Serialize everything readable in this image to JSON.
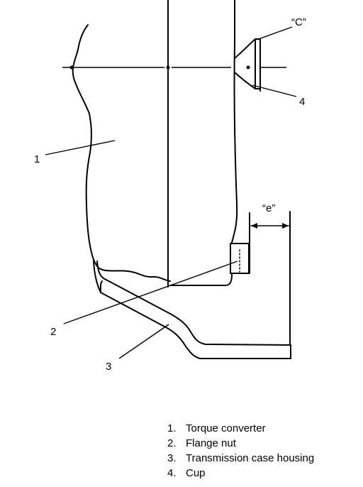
{
  "callouts": {
    "c_label": "“C”",
    "e_label": "“e”",
    "n1": "1",
    "n2": "2",
    "n3": "3",
    "n4": "4"
  },
  "legend": [
    {
      "num": "1.",
      "text": "Torque converter"
    },
    {
      "num": "2.",
      "text": "Flange nut"
    },
    {
      "num": "3.",
      "text": "Transmission case housing"
    },
    {
      "num": "4.",
      "text": "Cup"
    }
  ]
}
